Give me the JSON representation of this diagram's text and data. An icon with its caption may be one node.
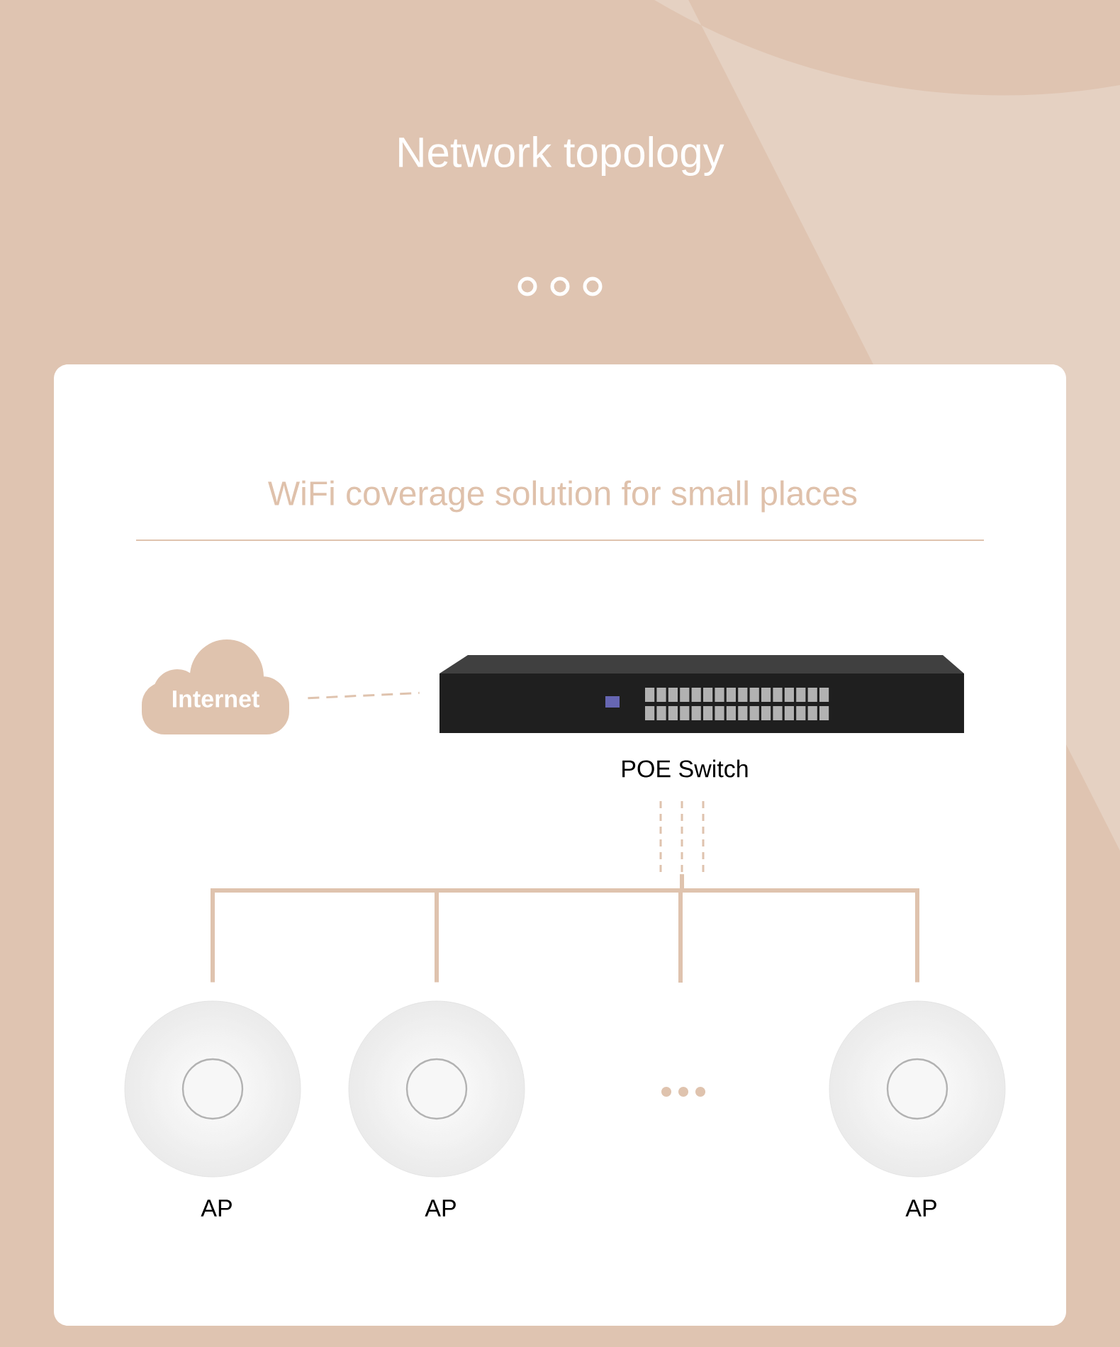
{
  "diagram": {
    "title": "Network topology",
    "nodes": [
      {
        "text": [
          "Internet"
        ]
      },
      {
        "text": [
          "POE Switch"
        ]
      },
      {
        "text": [],
        "shape": "picture",
        "beside": [
          "AP"
        ]
      },
      {
        "text": [],
        "shape": "picture",
        "beside": [
          "AP"
        ]
      },
      {
        "text": [],
        "shape": "picture",
        "beside": [
          "AP"
        ]
      }
    ],
    "edges": [
      {
        "from": 0,
        "to": 1,
        "arrow": "none",
        "style": "dashed"
      },
      {
        "from": 1,
        "to": 2,
        "arrow": "none"
      },
      {
        "from": 1,
        "to": 3,
        "arrow": "none"
      },
      {
        "from": 1,
        "to": null,
        "arrow": "none"
      },
      {
        "from": 1,
        "to": 4,
        "arrow": "none"
      }
    ],
    "labels": [
      "WiFi coverage solution for small places"
    ]
  }
}
